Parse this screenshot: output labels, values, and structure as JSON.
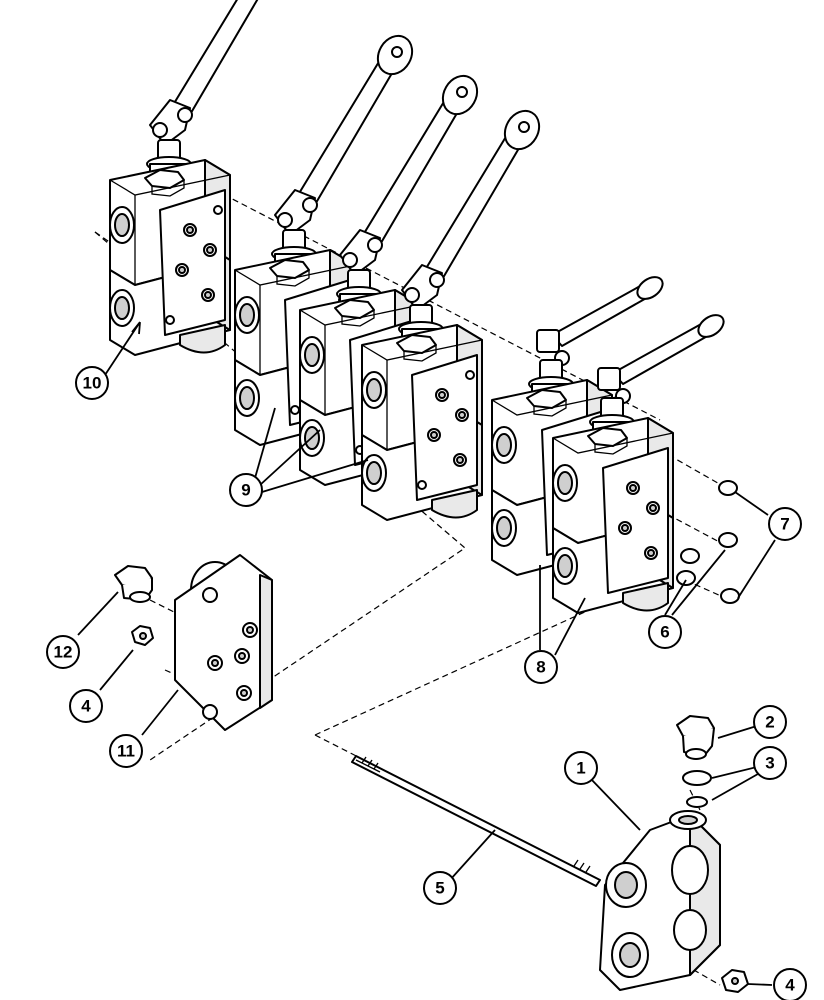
{
  "diagram": {
    "callouts": [
      {
        "id": "c10",
        "label": "10"
      },
      {
        "id": "c9",
        "label": "9"
      },
      {
        "id": "c7",
        "label": "7"
      },
      {
        "id": "c6",
        "label": "6"
      },
      {
        "id": "c8",
        "label": "8"
      },
      {
        "id": "c12",
        "label": "12"
      },
      {
        "id": "c4a",
        "label": "4"
      },
      {
        "id": "c11",
        "label": "11"
      },
      {
        "id": "c2",
        "label": "2"
      },
      {
        "id": "c3",
        "label": "3"
      },
      {
        "id": "c1",
        "label": "1"
      },
      {
        "id": "c5",
        "label": "5"
      },
      {
        "id": "c4b",
        "label": "4"
      }
    ]
  }
}
